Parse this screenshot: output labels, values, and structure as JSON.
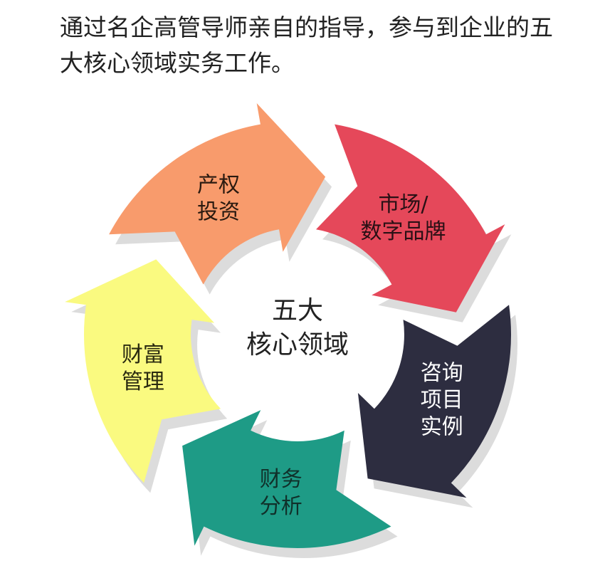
{
  "intro": {
    "line1": "通过名企高管导师亲自的指导，参与到企业的五",
    "line2": "大核心领域实务工作。"
  },
  "center": {
    "line1": "五大",
    "line2": "核心领域"
  },
  "segments": [
    {
      "lines": [
        "产权",
        "投资"
      ],
      "color": "#f89b6c",
      "text_color": "#2a1a10"
    },
    {
      "lines": [
        "市场/",
        "数字品牌"
      ],
      "color": "#e5485a",
      "text_color": "#2a1015"
    },
    {
      "lines": [
        "咨询",
        "项目",
        "实例"
      ],
      "color": "#2d2d40",
      "text_color": "#ffffff"
    },
    {
      "lines": [
        "财务",
        "分析"
      ],
      "color": "#1e9b86",
      "text_color": "#10302a"
    },
    {
      "lines": [
        "财富",
        "管理"
      ],
      "color": "#fafa80",
      "text_color": "#2a2a10"
    }
  ],
  "shadow_color": "#dcdcdc"
}
